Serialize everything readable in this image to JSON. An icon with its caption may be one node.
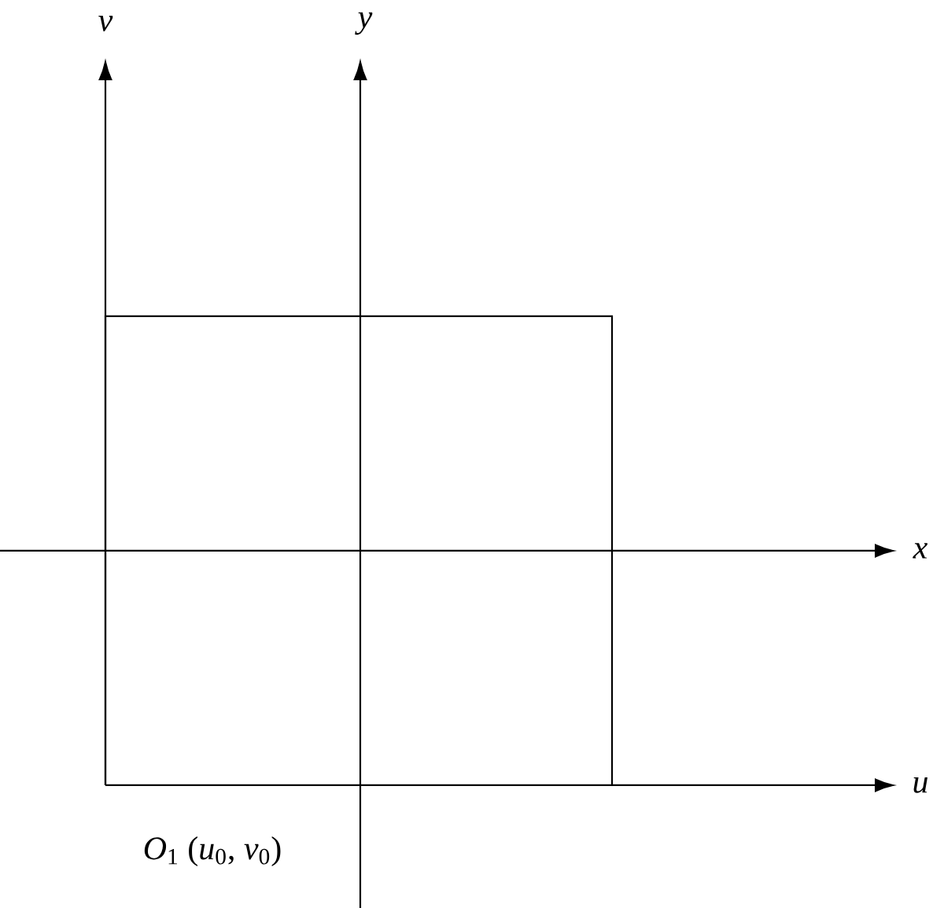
{
  "diagram": {
    "labels": [
      "*v*",
      "*y*",
      "*x*",
      "*u*",
      "*O*$_{1}$ (*u*$_{0}$, *v*$_{0}$)"
    ]
  }
}
